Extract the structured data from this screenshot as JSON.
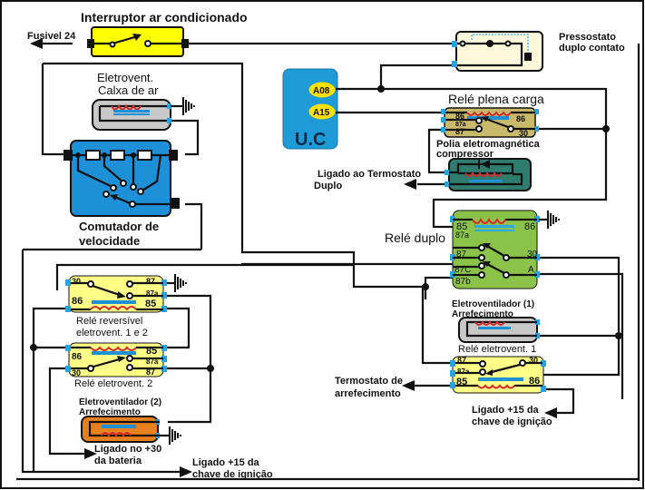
{
  "diagram": {
    "title": "Interruptor ar condicionado",
    "colors": {
      "switch_box": "#ffff00",
      "relay_yellow": "#ffff88",
      "relay_double": "#8bc34a",
      "relay_full_load": "#c9b96a",
      "uc_module": "#1e9ad6",
      "speed_switch": "#1e90d8",
      "blower_motor": "#c8c8c8",
      "compressor_clutch": "#2e7d6e",
      "fan2_motor": "#e8801e",
      "pressure_switch": "#fdf8dc",
      "terminal": "#29a3e0",
      "coil": "#d42a2a",
      "wire": "#111111"
    },
    "labels": {
      "fuse": "Fusivel 24",
      "pressure_switch_l1": "Pressostato",
      "pressure_switch_l2": "duplo contato",
      "blower_l1": "Eletrovent.",
      "blower_l2": "Calxa de ar",
      "speed_switch_l1": "Comutador de",
      "speed_switch_l2": "velocidade",
      "uc": "U.C",
      "uc_pin1": "A08",
      "uc_pin2": "A15",
      "full_load_relay": "Relé plena carga",
      "clutch_l1": "Polia eletromagnética",
      "clutch_l2": "compressor",
      "to_thermostat_l1": "Ligado ao Termostato",
      "to_thermostat_l2": "Duplo",
      "double_relay": "Relé duplo",
      "fan1_l1": "Eletroventilador (1)",
      "fan1_l2": "Arrefecimento",
      "fan1_relay": "Relé  eletrovent. 1",
      "coolant_thermostat_l1": "Termostato de",
      "coolant_thermostat_l2": "arrefecimento",
      "ign15_right_l1": "Ligado +15 da",
      "ign15_right_l2": "chave de ignição",
      "reversing_relay_l1": "Relé  reversível",
      "reversing_relay_l2": "eletrovent. 1  e  2",
      "fan2_relay": "Relé  eletrovent. 2",
      "fan2_l1": "Eletroventilador (2)",
      "fan2_l2": "Arrefecimento",
      "bat30_l1": "Ligado no +30",
      "bat30_l2": "da bateria",
      "ign15_left_l1": "Ligado +15 da",
      "ign15_left_l2": "chave de ignição"
    },
    "pins": {
      "full_load": [
        "86",
        "87a",
        "87",
        "86",
        "30"
      ],
      "double": [
        "85",
        "86",
        "87a",
        "87",
        "30",
        "87C",
        "87b",
        "A"
      ],
      "fan1_relay": [
        "87",
        "87a",
        "85",
        "30",
        "86"
      ],
      "reversing": [
        "30",
        "87",
        "87a",
        "86",
        "85"
      ],
      "fan2_relay": [
        "86",
        "85",
        "87a",
        "30",
        "87"
      ]
    }
  }
}
